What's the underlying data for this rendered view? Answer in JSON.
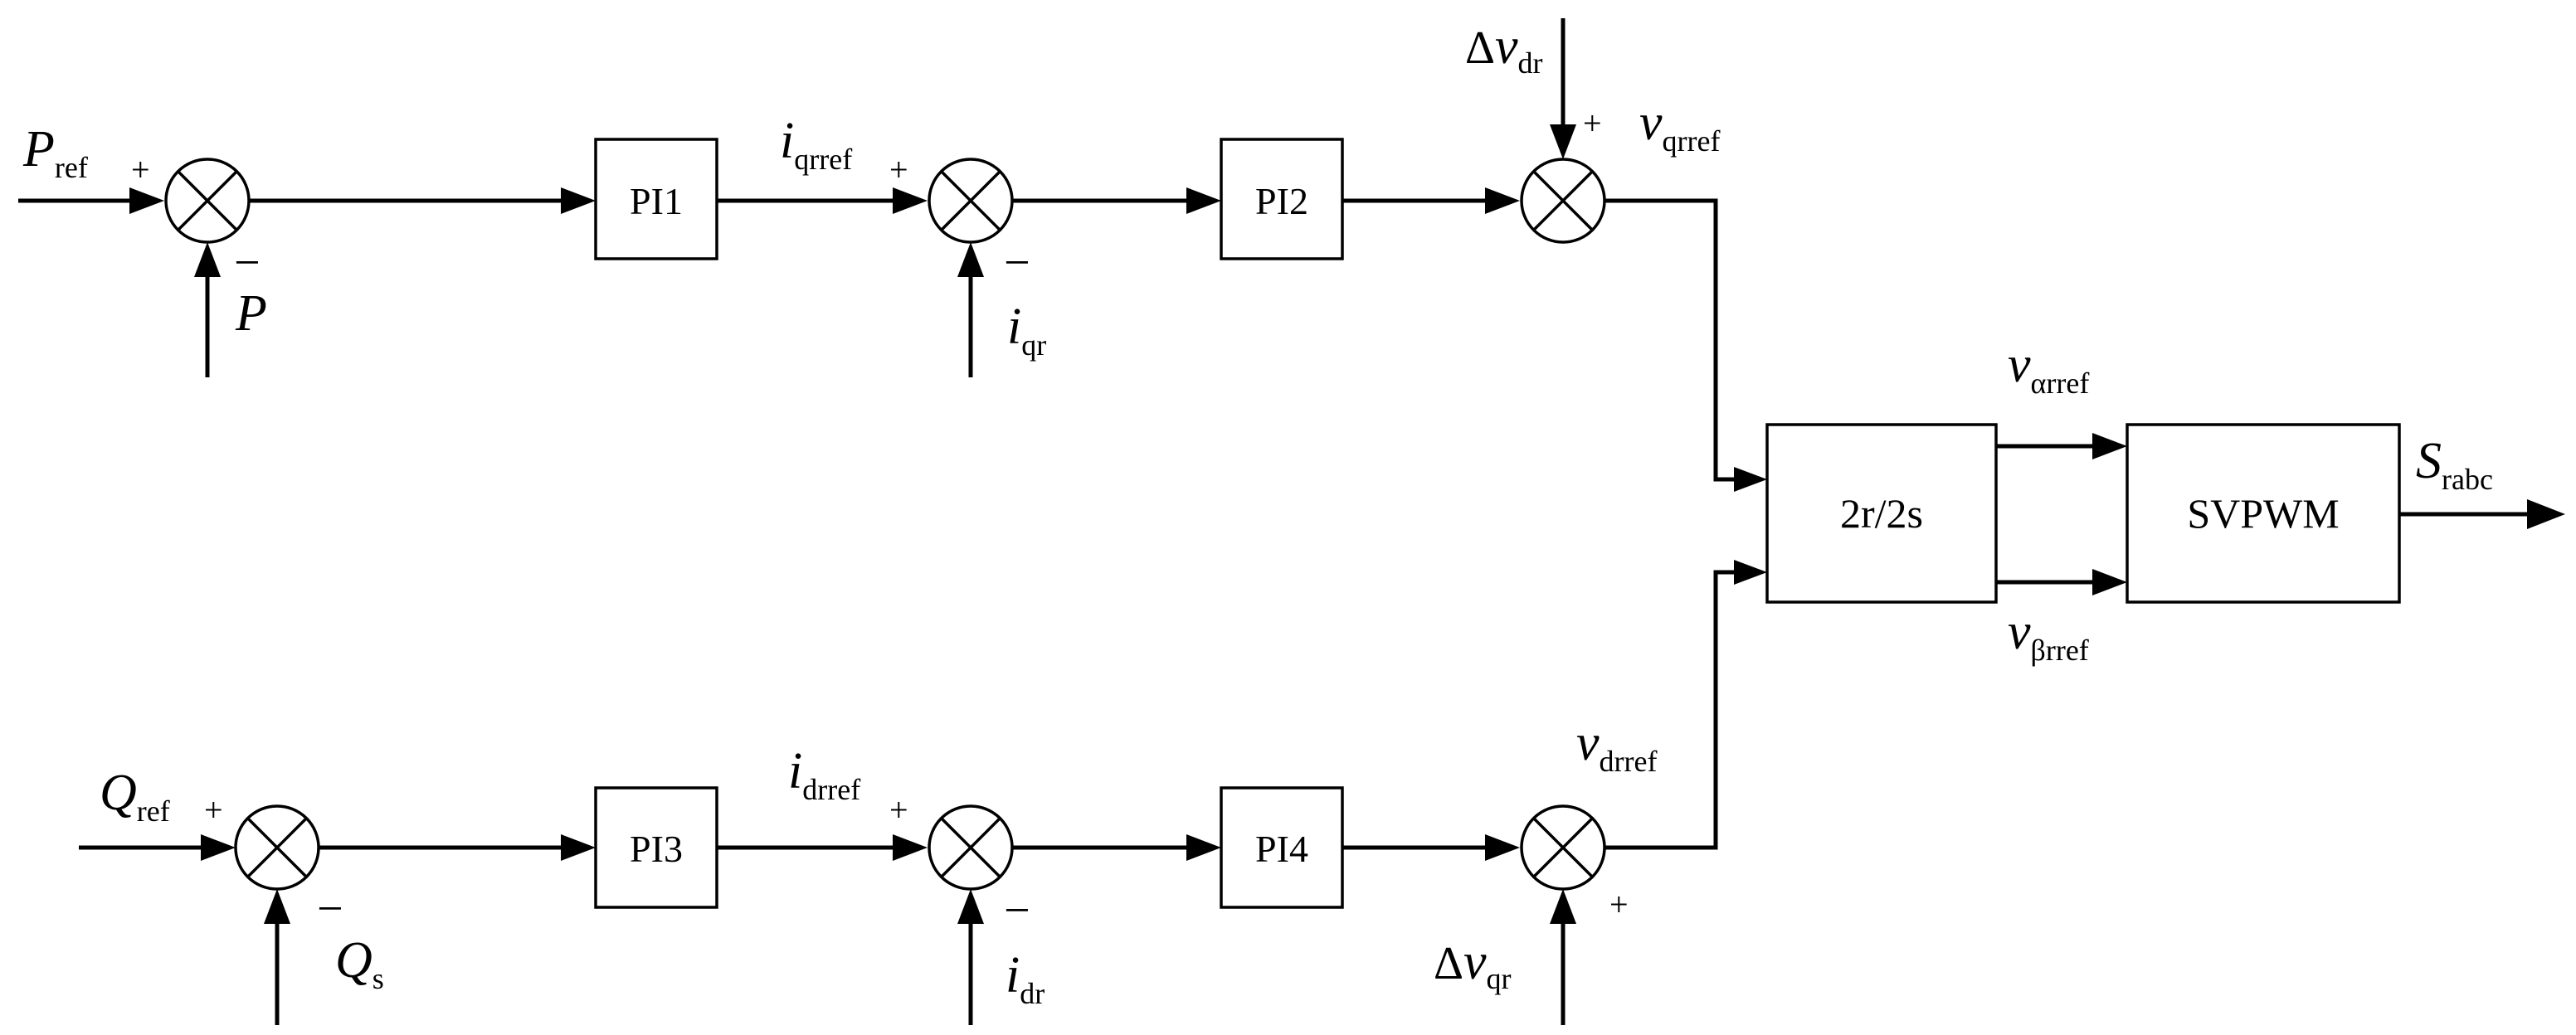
{
  "blocks": {
    "pi1": "PI1",
    "pi2": "PI2",
    "pi3": "PI3",
    "pi4": "PI4",
    "transform": "2r/2s",
    "svpwm": "SVPWM"
  },
  "signals": {
    "p_ref": {
      "main": "P",
      "sub": "ref"
    },
    "p": {
      "main": "P"
    },
    "i_qrref": {
      "main": "i",
      "sub": "qrref"
    },
    "i_qr": {
      "main": "i",
      "sub": "qr"
    },
    "delta_v_dr": {
      "delta": "Δ",
      "main": "v",
      "sub": "dr"
    },
    "v_qrref": {
      "main": "v",
      "sub": "qrref"
    },
    "v_alpha_rref": {
      "main": "v",
      "sub": "αrref"
    },
    "v_beta_rref": {
      "main": "v",
      "sub": "βrref"
    },
    "s_rabc": {
      "main": "S",
      "sub": "rabc"
    },
    "q_ref": {
      "main": "Q",
      "sub": "ref"
    },
    "q_s": {
      "main": "Q",
      "sub": "s"
    },
    "i_drref": {
      "main": "i",
      "sub": "drref"
    },
    "i_dr": {
      "main": "i",
      "sub": "dr"
    },
    "v_drref": {
      "main": "v",
      "sub": "drref"
    },
    "delta_v_qr": {
      "delta": "Δ",
      "main": "v",
      "sub": "qr"
    }
  },
  "signs": {
    "plus": "+",
    "minus": "−"
  }
}
